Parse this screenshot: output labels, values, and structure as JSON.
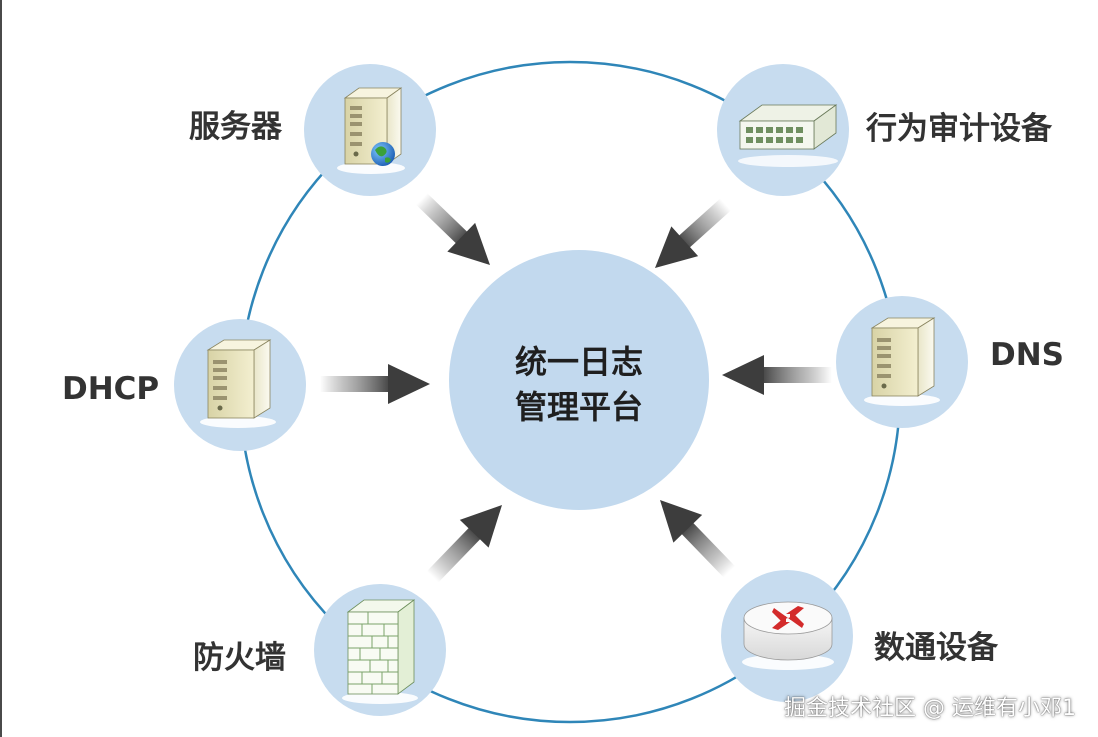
{
  "center": {
    "line1": "统一日志",
    "line2": "管理平台"
  },
  "nodes": {
    "server": {
      "label": "服务器",
      "icon": "server-globe-icon"
    },
    "audit": {
      "label": "行为审计设备",
      "icon": "network-appliance-icon"
    },
    "dhcp": {
      "label": "DHCP",
      "icon": "server-icon"
    },
    "dns": {
      "label": "DNS",
      "icon": "server-icon"
    },
    "firewall": {
      "label": "防火墙",
      "icon": "firewall-icon"
    },
    "network": {
      "label": "数通设备",
      "icon": "router-icon"
    }
  },
  "watermark": "掘金技术社区 @ 运维有小邓1",
  "colors": {
    "ring": "#2f86b8",
    "node_fill": "#c7dcef",
    "center_fill": "#c2d9ee",
    "arrow": "#4d4d4d",
    "router_arrow": "#d32b2b"
  }
}
